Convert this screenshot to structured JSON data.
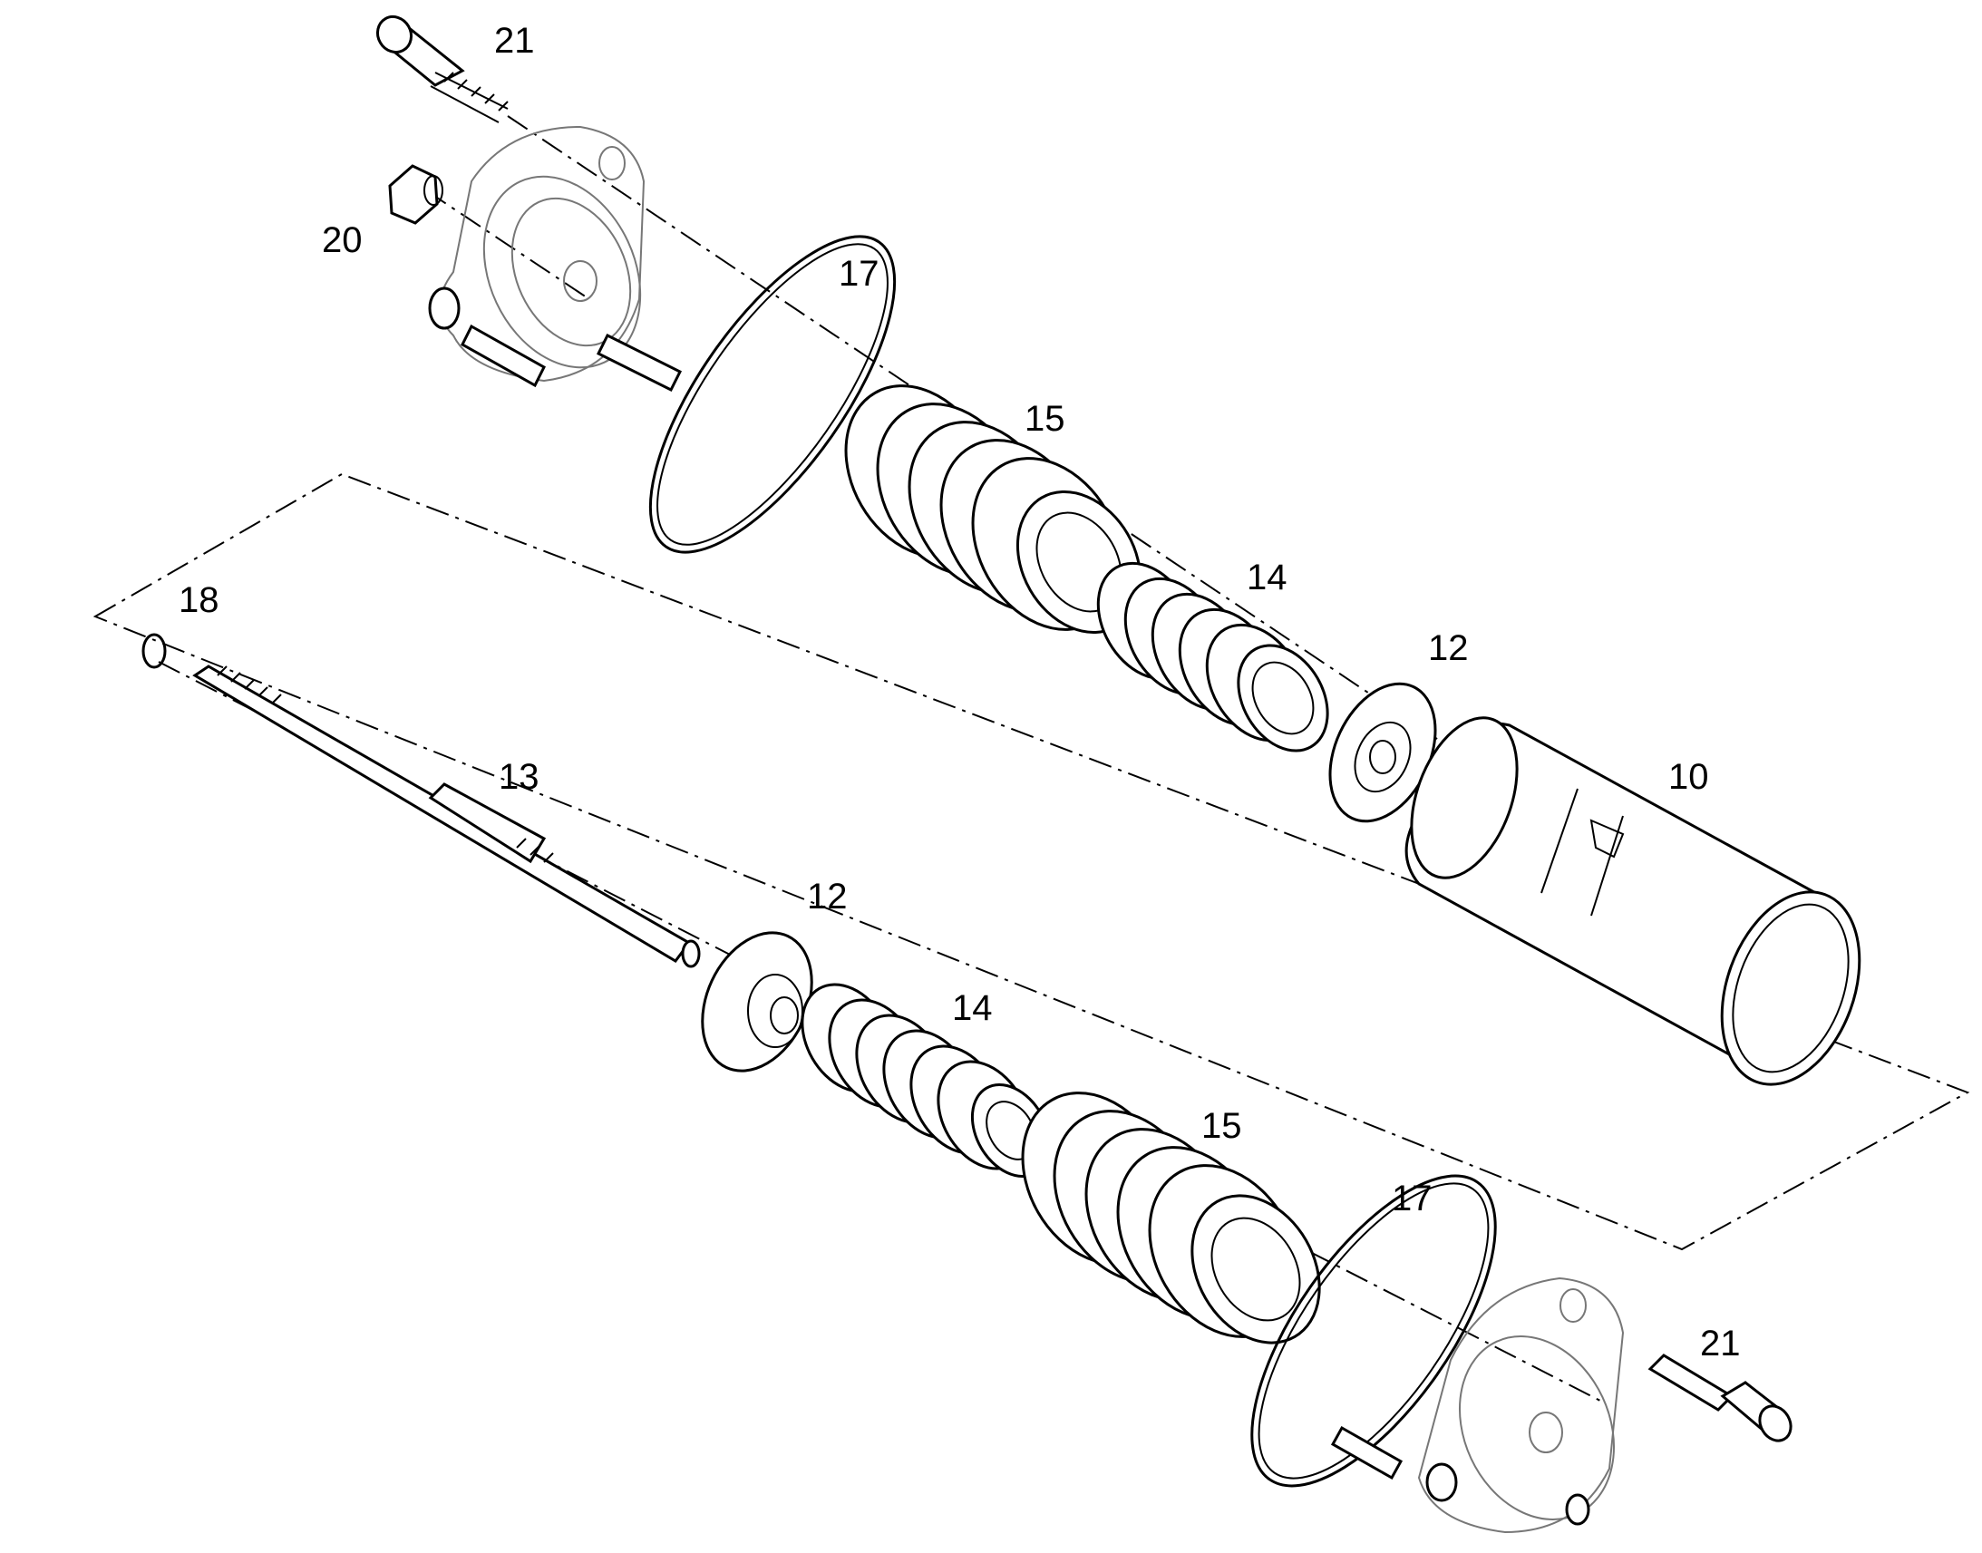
{
  "diagram": {
    "callouts": [
      {
        "id": "c21a",
        "text": "21"
      },
      {
        "id": "c20",
        "text": "20"
      },
      {
        "id": "c17a",
        "text": "17"
      },
      {
        "id": "c15a",
        "text": "15"
      },
      {
        "id": "c14a",
        "text": "14"
      },
      {
        "id": "c12a",
        "text": "12"
      },
      {
        "id": "c10",
        "text": "10"
      },
      {
        "id": "c18",
        "text": "18"
      },
      {
        "id": "c13",
        "text": "13"
      },
      {
        "id": "c12b",
        "text": "12"
      },
      {
        "id": "c14b",
        "text": "14"
      },
      {
        "id": "c15b",
        "text": "15"
      },
      {
        "id": "c17b",
        "text": "17"
      },
      {
        "id": "c21b",
        "text": "21"
      }
    ]
  }
}
